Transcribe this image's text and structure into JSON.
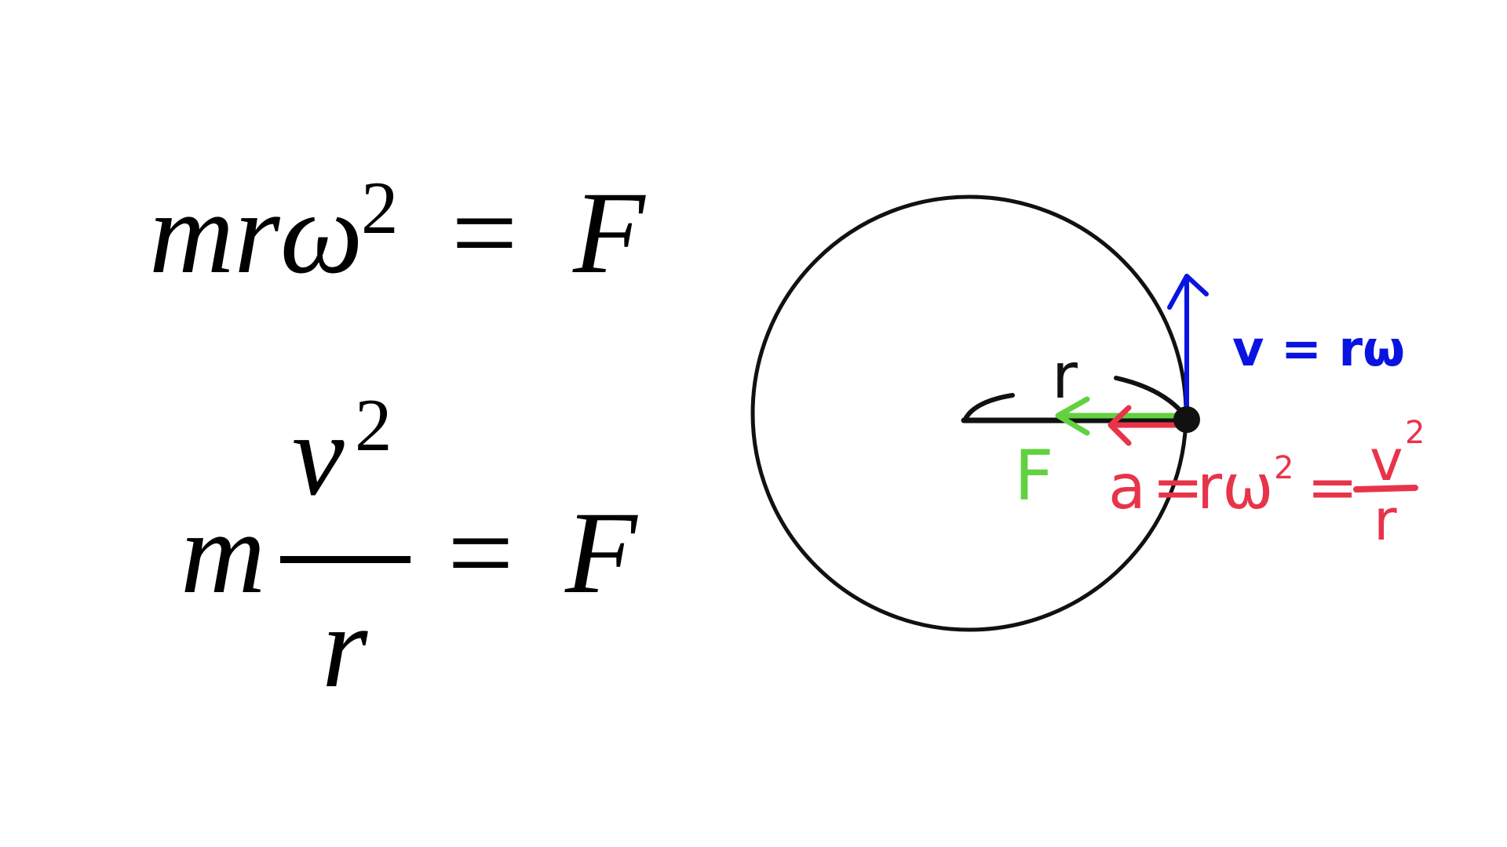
{
  "equations": {
    "eq1": {
      "lhs": "mrω",
      "exp": "2",
      "eq": "=",
      "rhs": "F"
    },
    "eq2": {
      "prefix": "m",
      "numerator": "v",
      "num_exp": "2",
      "denominator": "r",
      "eq": "=",
      "rhs": "F"
    }
  },
  "diagram": {
    "radius_label": "r",
    "force_label": "F",
    "velocity_label": "v = rω",
    "accel_label": {
      "a": "a",
      "eq1": "=",
      "rw": "rω",
      "exp": "2",
      "eq2": "=",
      "num": "v",
      "num_exp": "2",
      "den": "r"
    },
    "colors": {
      "circle": "#111111",
      "velocity": "#0a14e0",
      "force": "#62d13f",
      "accel": "#e8344a"
    }
  }
}
